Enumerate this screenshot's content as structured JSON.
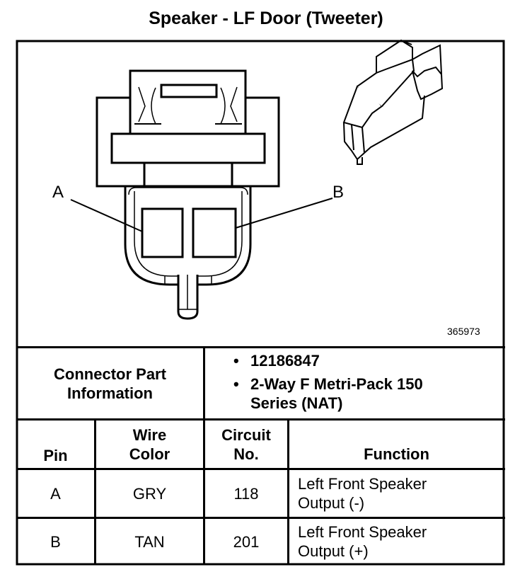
{
  "title": "Speaker - LF Door (Tweeter)",
  "figure": {
    "figure_number": "365973",
    "pin_labels": [
      "A",
      "B"
    ]
  },
  "connector_info": {
    "label": "Connector Part Information",
    "items": [
      "12186847",
      "2-Way F Metri-Pack 150 Series (NAT)"
    ]
  },
  "table": {
    "headers": {
      "pin": "Pin",
      "wire_color": "Wire Color",
      "circuit_no": "Circuit No.",
      "function": "Function"
    },
    "rows": [
      {
        "pin": "A",
        "wire_color": "GRY",
        "circuit_no": "118",
        "function": "Left Front Speaker Output (-)"
      },
      {
        "pin": "B",
        "wire_color": "TAN",
        "circuit_no": "201",
        "function": "Left Front Speaker Output (+)"
      }
    ]
  }
}
